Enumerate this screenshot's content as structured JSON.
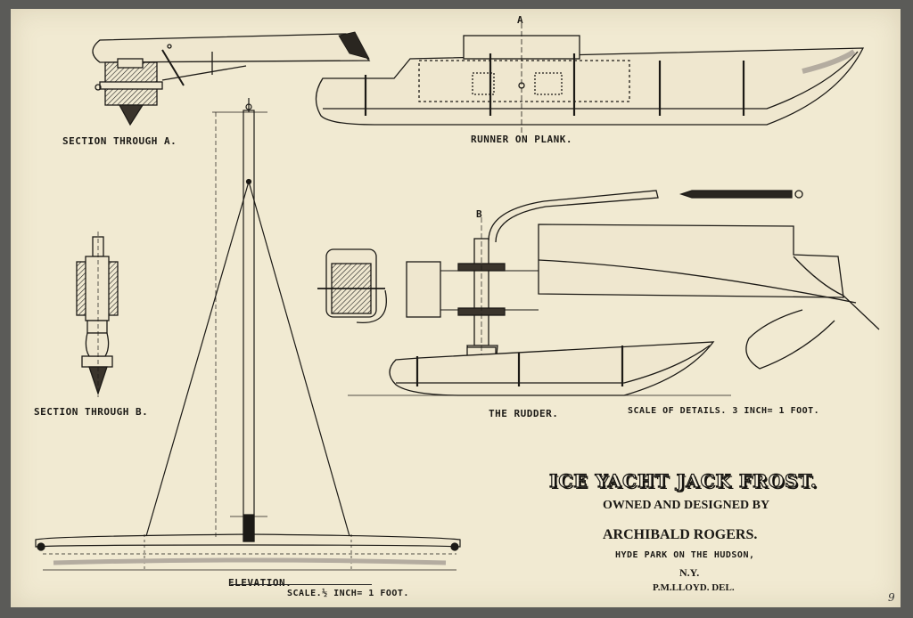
{
  "labels": {
    "section_a": "SECTION THROUGH A.",
    "runner_on_plank": "RUNNER ON PLANK.",
    "section_b": "SECTION THROUGH B.",
    "the_rudder": "THE RUDDER.",
    "scale_details": "SCALE OF DETAILS. 3 INCH= 1 FOOT.",
    "elevation": "ELEVATION.",
    "scale_elevation": "SCALE.½ INCH= 1 FOOT.",
    "marker_a": "A",
    "marker_b": "B"
  },
  "title_block": {
    "title": "ICE YACHT JACK FROST.",
    "subtitle": "OWNED AND DESIGNED BY",
    "owner": "ARCHIBALD ROGERS.",
    "location": "HYDE PARK ON THE HUDSON,",
    "state": "N.Y.",
    "draftsman": "P.M.LLOYD. DEL."
  },
  "page_number": "9",
  "colors": {
    "paper": "#f1ead2",
    "ink": "#1c1a16",
    "mount": "#5b5b58",
    "wash": "#b4aca0"
  }
}
